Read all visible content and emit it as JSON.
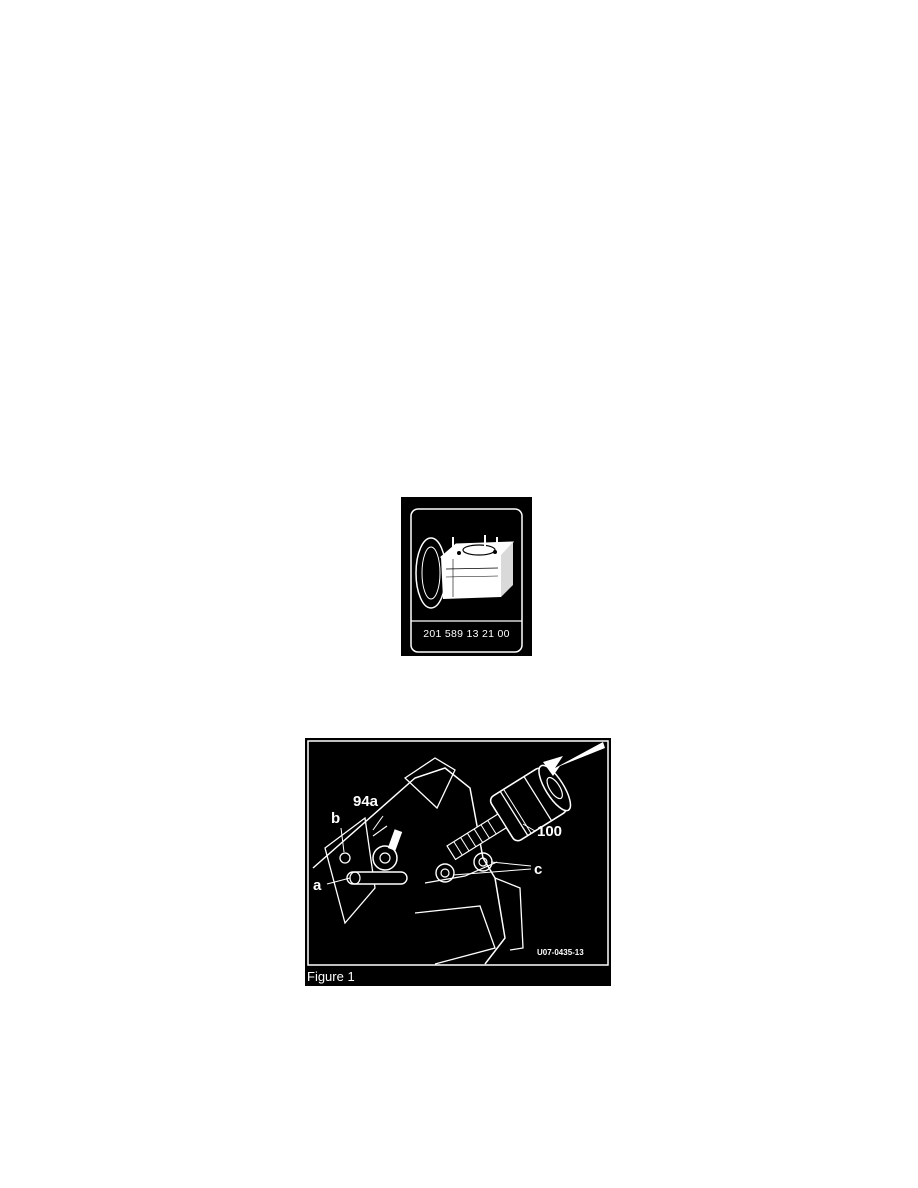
{
  "tool_figure": {
    "part_number": "201 589 13 21 00"
  },
  "figure_1": {
    "callouts": {
      "part_94a": "94a",
      "point_b": "b",
      "point_a": "a",
      "part_100": "100",
      "point_c": "c"
    },
    "drawing_code": "U07-0435-13",
    "caption": "Figure 1"
  }
}
